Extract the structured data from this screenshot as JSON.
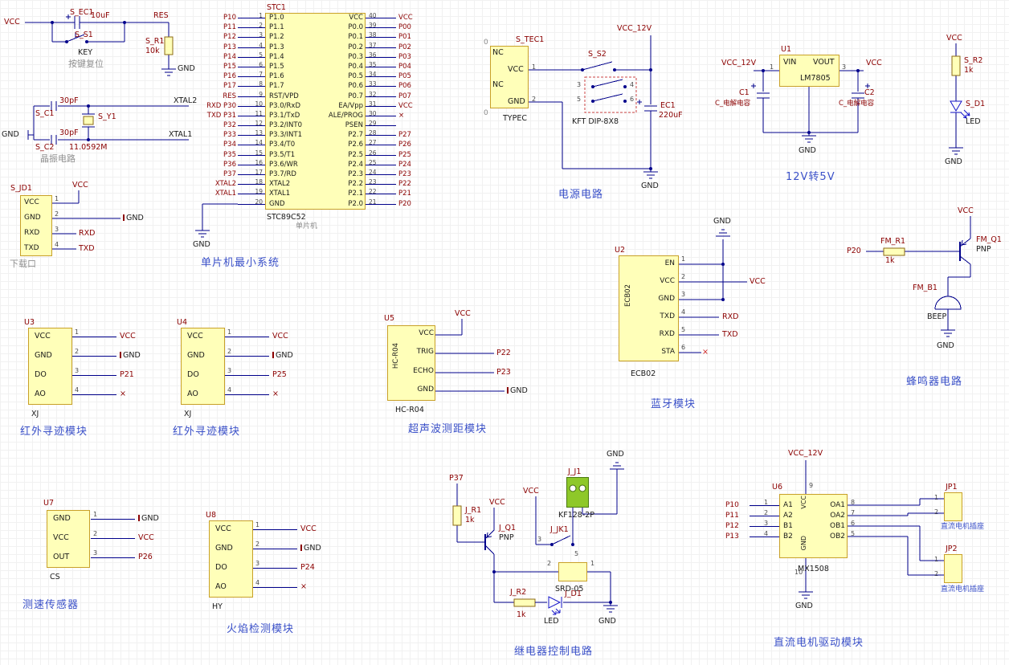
{
  "colors": {
    "wire": "#00008b",
    "net_label": "#8b0000",
    "caption_blue": "#3a50c8",
    "component_fill": "#ffffb9",
    "component_border": "#c8a028",
    "led_blue": "#1414c8"
  },
  "reset": {
    "net_vcc": "VCC",
    "cap_ref": "S_EC1",
    "cap_val": "10uF",
    "sw_ref": "S_S1",
    "sw_name": "KEY",
    "note": "按键复位",
    "net_res": "RES",
    "res_ref": "S_R1",
    "res_val": "10k",
    "gnd": "GND"
  },
  "crystal": {
    "c1_ref": "S_C1",
    "c1_val": "30pF",
    "c2_ref": "S_C2",
    "c2_val": "30pF",
    "y_ref": "S_Y1",
    "y_val": "11.0592M",
    "net_top": "XTAL2",
    "net_bot": "XTAL1",
    "gnd": "GND",
    "note": "晶振电路"
  },
  "download": {
    "ref": "S_JD1",
    "note": "下载口",
    "net_vcc": "VCC",
    "net_gnd": "GND",
    "net_rxd": "RXD",
    "net_txd": "TXD",
    "pins": [
      {
        "name": "VCC",
        "num": "1"
      },
      {
        "name": "GND",
        "num": "2"
      },
      {
        "name": "RXD",
        "num": "3"
      },
      {
        "name": "TXD",
        "num": "4"
      }
    ]
  },
  "mcu": {
    "ref": "STC1",
    "part": "STC89C52",
    "part_cn": "单片机",
    "gnd": "GND",
    "caption": "单片机最小系统",
    "rows": [
      {
        "lnet": "P10",
        "lnum": "1",
        "lname": "P1.0",
        "rname": "VCC",
        "rnum": "40",
        "rnet": "VCC"
      },
      {
        "lnet": "P11",
        "lnum": "2",
        "lname": "P1.1",
        "rname": "P0.0",
        "rnum": "39",
        "rnet": "P00"
      },
      {
        "lnet": "P12",
        "lnum": "3",
        "lname": "P1.2",
        "rname": "P0.1",
        "rnum": "38",
        "rnet": "P01"
      },
      {
        "lnet": "P13",
        "lnum": "4",
        "lname": "P1.3",
        "rname": "P0.2",
        "rnum": "37",
        "rnet": "P02"
      },
      {
        "lnet": "P14",
        "lnum": "5",
        "lname": "P1.4",
        "rname": "P0.3",
        "rnum": "36",
        "rnet": "P03"
      },
      {
        "lnet": "P15",
        "lnum": "6",
        "lname": "P1.5",
        "rname": "P0.4",
        "rnum": "35",
        "rnet": "P04"
      },
      {
        "lnet": "P16",
        "lnum": "7",
        "lname": "P1.6",
        "rname": "P0.5",
        "rnum": "34",
        "rnet": "P05"
      },
      {
        "lnet": "P17",
        "lnum": "8",
        "lname": "P1.7",
        "rname": "P0.6",
        "rnum": "33",
        "rnet": "P06"
      },
      {
        "lnet": "RES",
        "lnum": "9",
        "lname": "RST/VPD",
        "rname": "P0.7",
        "rnum": "32",
        "rnet": "P07"
      },
      {
        "lnet": "RXD P30",
        "lnum": "10",
        "lname": "P3.0/RxD",
        "rname": "EA/Vpp",
        "rnum": "31",
        "rnet": "VCC"
      },
      {
        "lnet": "TXD P31",
        "lnum": "11",
        "lname": "P3.1/TxD",
        "rname": "ALE/PROG",
        "rnum": "30",
        "rnet": "×"
      },
      {
        "lnet": "P32",
        "lnum": "12",
        "lname": "P3.2/INT0",
        "rname": "PSEN",
        "rnum": "29",
        "rnet": ""
      },
      {
        "lnet": "P33",
        "lnum": "13",
        "lname": "P3.3/INT1",
        "rname": "P2.7",
        "rnum": "28",
        "rnet": "P27"
      },
      {
        "lnet": "P34",
        "lnum": "14",
        "lname": "P3.4/T0",
        "rname": "P2.6",
        "rnum": "27",
        "rnet": "P26"
      },
      {
        "lnet": "P35",
        "lnum": "15",
        "lname": "P3.5/T1",
        "rname": "P2.5",
        "rnum": "26",
        "rnet": "P25"
      },
      {
        "lnet": "P36",
        "lnum": "16",
        "lname": "P3.6/WR",
        "rname": "P2.4",
        "rnum": "25",
        "rnet": "P24"
      },
      {
        "lnet": "P37",
        "lnum": "17",
        "lname": "P3.7/RD",
        "rname": "P2.3",
        "rnum": "24",
        "rnet": "P23"
      },
      {
        "lnet": "XTAL2",
        "lnum": "18",
        "lname": "XTAL2",
        "rname": "P2.2",
        "rnum": "23",
        "rnet": "P22"
      },
      {
        "lnet": "XTAL1",
        "lnum": "19",
        "lname": "XTAL1",
        "rname": "P2.1",
        "rnum": "22",
        "rnet": "P21"
      },
      {
        "lnet": "",
        "lnum": "20",
        "lname": "GND",
        "rname": "P2.0",
        "rnum": "21",
        "rnet": "P20"
      }
    ]
  },
  "power": {
    "ref": "S_TEC1",
    "part": "TYPEC",
    "nc_top": "NC",
    "nc_bot": "NC",
    "zero_top": "0",
    "zero_bot": "0",
    "pin1_name": "VCC",
    "pin1_num": "1",
    "pin2_name": "GND",
    "pin2_num": "2",
    "sw_ref": "S_S2",
    "sw_part": "KFT DIP-8X8",
    "sw_n3": "3",
    "sw_n4": "4",
    "sw_n5": "5",
    "sw_n6": "6",
    "cap_ref": "EC1",
    "cap_val": "220uF",
    "net_12v": "VCC_12V",
    "gnd": "GND",
    "caption": "电源电路"
  },
  "reg": {
    "ref": "U1",
    "part": "LM7805",
    "pin_vin": "VIN",
    "pin_vout": "VOUT",
    "num_in": "1",
    "num_out": "3",
    "net_in": "VCC_12V",
    "net_out": "VCC",
    "c1_ref": "C1",
    "c1_val": "C_电解电容",
    "c2_ref": "C2",
    "c2_val": "C_电解电容",
    "gnd": "GND",
    "caption": "12V转5V"
  },
  "led": {
    "net_vcc": "VCC",
    "res_ref": "S_R2",
    "res_val": "1k",
    "d_ref": "S_D1",
    "d_name": "LED",
    "gnd": "GND"
  },
  "bt": {
    "ref": "U2",
    "inner": "ECB02",
    "part": "ECB02",
    "gnd_top": "GND",
    "net_vcc": "VCC",
    "net_rxd": "RXD",
    "net_txd": "TXD",
    "cross": "×",
    "caption": "蓝牙模块",
    "pins": [
      {
        "name": "EN",
        "num": "1"
      },
      {
        "name": "VCC",
        "num": "2"
      },
      {
        "name": "GND",
        "num": "3"
      },
      {
        "name": "TXD",
        "num": "4"
      },
      {
        "name": "RXD",
        "num": "5"
      },
      {
        "name": "STA",
        "num": "6"
      }
    ]
  },
  "buzzer": {
    "net_in": "P20",
    "res_ref": "FM_R1",
    "res_val": "1k",
    "q_ref": "FM_Q1",
    "q_type": "PNP",
    "net_vcc": "VCC",
    "b_ref": "FM_B1",
    "b_name": "BEEP",
    "gnd": "GND",
    "caption": "蜂鸣器电路"
  },
  "ir1": {
    "ref": "U3",
    "part": "XJ",
    "caption": "红外寻迹模块",
    "pins": [
      {
        "name": "VCC",
        "num": "1",
        "net": "VCC"
      },
      {
        "name": "GND",
        "num": "2",
        "net_gnd": "GND"
      },
      {
        "name": "DO",
        "num": "3",
        "net": "P21"
      },
      {
        "name": "AO",
        "num": "4",
        "net": "×"
      }
    ]
  },
  "ir2": {
    "ref": "U4",
    "part": "XJ",
    "caption": "红外寻迹模块",
    "pins": [
      {
        "name": "VCC",
        "num": "1",
        "net": "VCC"
      },
      {
        "name": "GND",
        "num": "2",
        "net_gnd": "GND"
      },
      {
        "name": "DO",
        "num": "3",
        "net": "P25"
      },
      {
        "name": "AO",
        "num": "4",
        "net": "×"
      }
    ]
  },
  "sonar": {
    "ref": "U5",
    "inner": "HC-R04",
    "part": "HC-R04",
    "caption": "超声波测距模块",
    "net_vcc": "VCC",
    "net_trig": "P22",
    "net_echo": "P23",
    "net_gnd": "GND",
    "pins": [
      {
        "name": "VCC"
      },
      {
        "name": "TRIG"
      },
      {
        "name": "ECHO"
      },
      {
        "name": "GND"
      }
    ]
  },
  "speed": {
    "ref": "U7",
    "part": "CS",
    "caption": "测速传感器",
    "pins": [
      {
        "name": "GND",
        "num": "1",
        "net_gnd": "GND"
      },
      {
        "name": "VCC",
        "num": "2",
        "net": "VCC"
      },
      {
        "name": "OUT",
        "num": "3",
        "net": "P26"
      }
    ]
  },
  "flame": {
    "ref": "U8",
    "part": "HY",
    "caption": "火焰检测模块",
    "pins": [
      {
        "name": "VCC",
        "num": "1",
        "net": "VCC"
      },
      {
        "name": "GND",
        "num": "2",
        "net_gnd": "GND"
      },
      {
        "name": "DO",
        "num": "3",
        "net": "P24"
      },
      {
        "name": "AO",
        "num": "4",
        "net": "×"
      }
    ]
  },
  "relay": {
    "net_in": "P37",
    "r1_ref": "J_R1",
    "r1_val": "1k",
    "q_ref": "J_Q1",
    "q_type": "PNP",
    "net_vcc_q": "VCC",
    "net_vcc_k": "VCC",
    "conn_ref": "J_J1",
    "conn_part": "KF128-2P",
    "jk_ref": "J_JK1",
    "jk_n3": "3",
    "jk_n5": "5",
    "coil_part": "SRD-05",
    "coil_n1": "1",
    "coil_n2": "2",
    "r2_ref": "J_R2",
    "r2_val": "1k",
    "d_ref": "J_D1",
    "d_name": "LED",
    "gnd_top": "GND",
    "gnd_right": "GND",
    "caption": "继电器控制电路"
  },
  "motor": {
    "ref": "U6",
    "part": "MX1508",
    "net_12v": "VCC_12V",
    "pin_vcc_num": "9",
    "pin_gnd_num": "10",
    "pin_vcc_name": "VCC",
    "pin_gnd_name": "GND",
    "gnd": "GND",
    "caption": "直流电机驱动模块",
    "left": [
      {
        "net": "P10",
        "num": "1",
        "name": "A1"
      },
      {
        "net": "P11",
        "num": "2",
        "name": "A2"
      },
      {
        "net": "P12",
        "num": "3",
        "name": "B1"
      },
      {
        "net": "P13",
        "num": "4",
        "name": "B2"
      }
    ],
    "right": [
      {
        "name": "OA1",
        "num": "8"
      },
      {
        "name": "OA2",
        "num": "7"
      },
      {
        "name": "OB1",
        "num": "6"
      },
      {
        "name": "OB2",
        "num": "5"
      }
    ],
    "jp1_ref": "JP1",
    "jp2_ref": "JP2",
    "jp_n1": "1",
    "jp_n2": "2",
    "jp1_caption": "直流电机插座",
    "jp2_caption": "直流电机插座"
  }
}
